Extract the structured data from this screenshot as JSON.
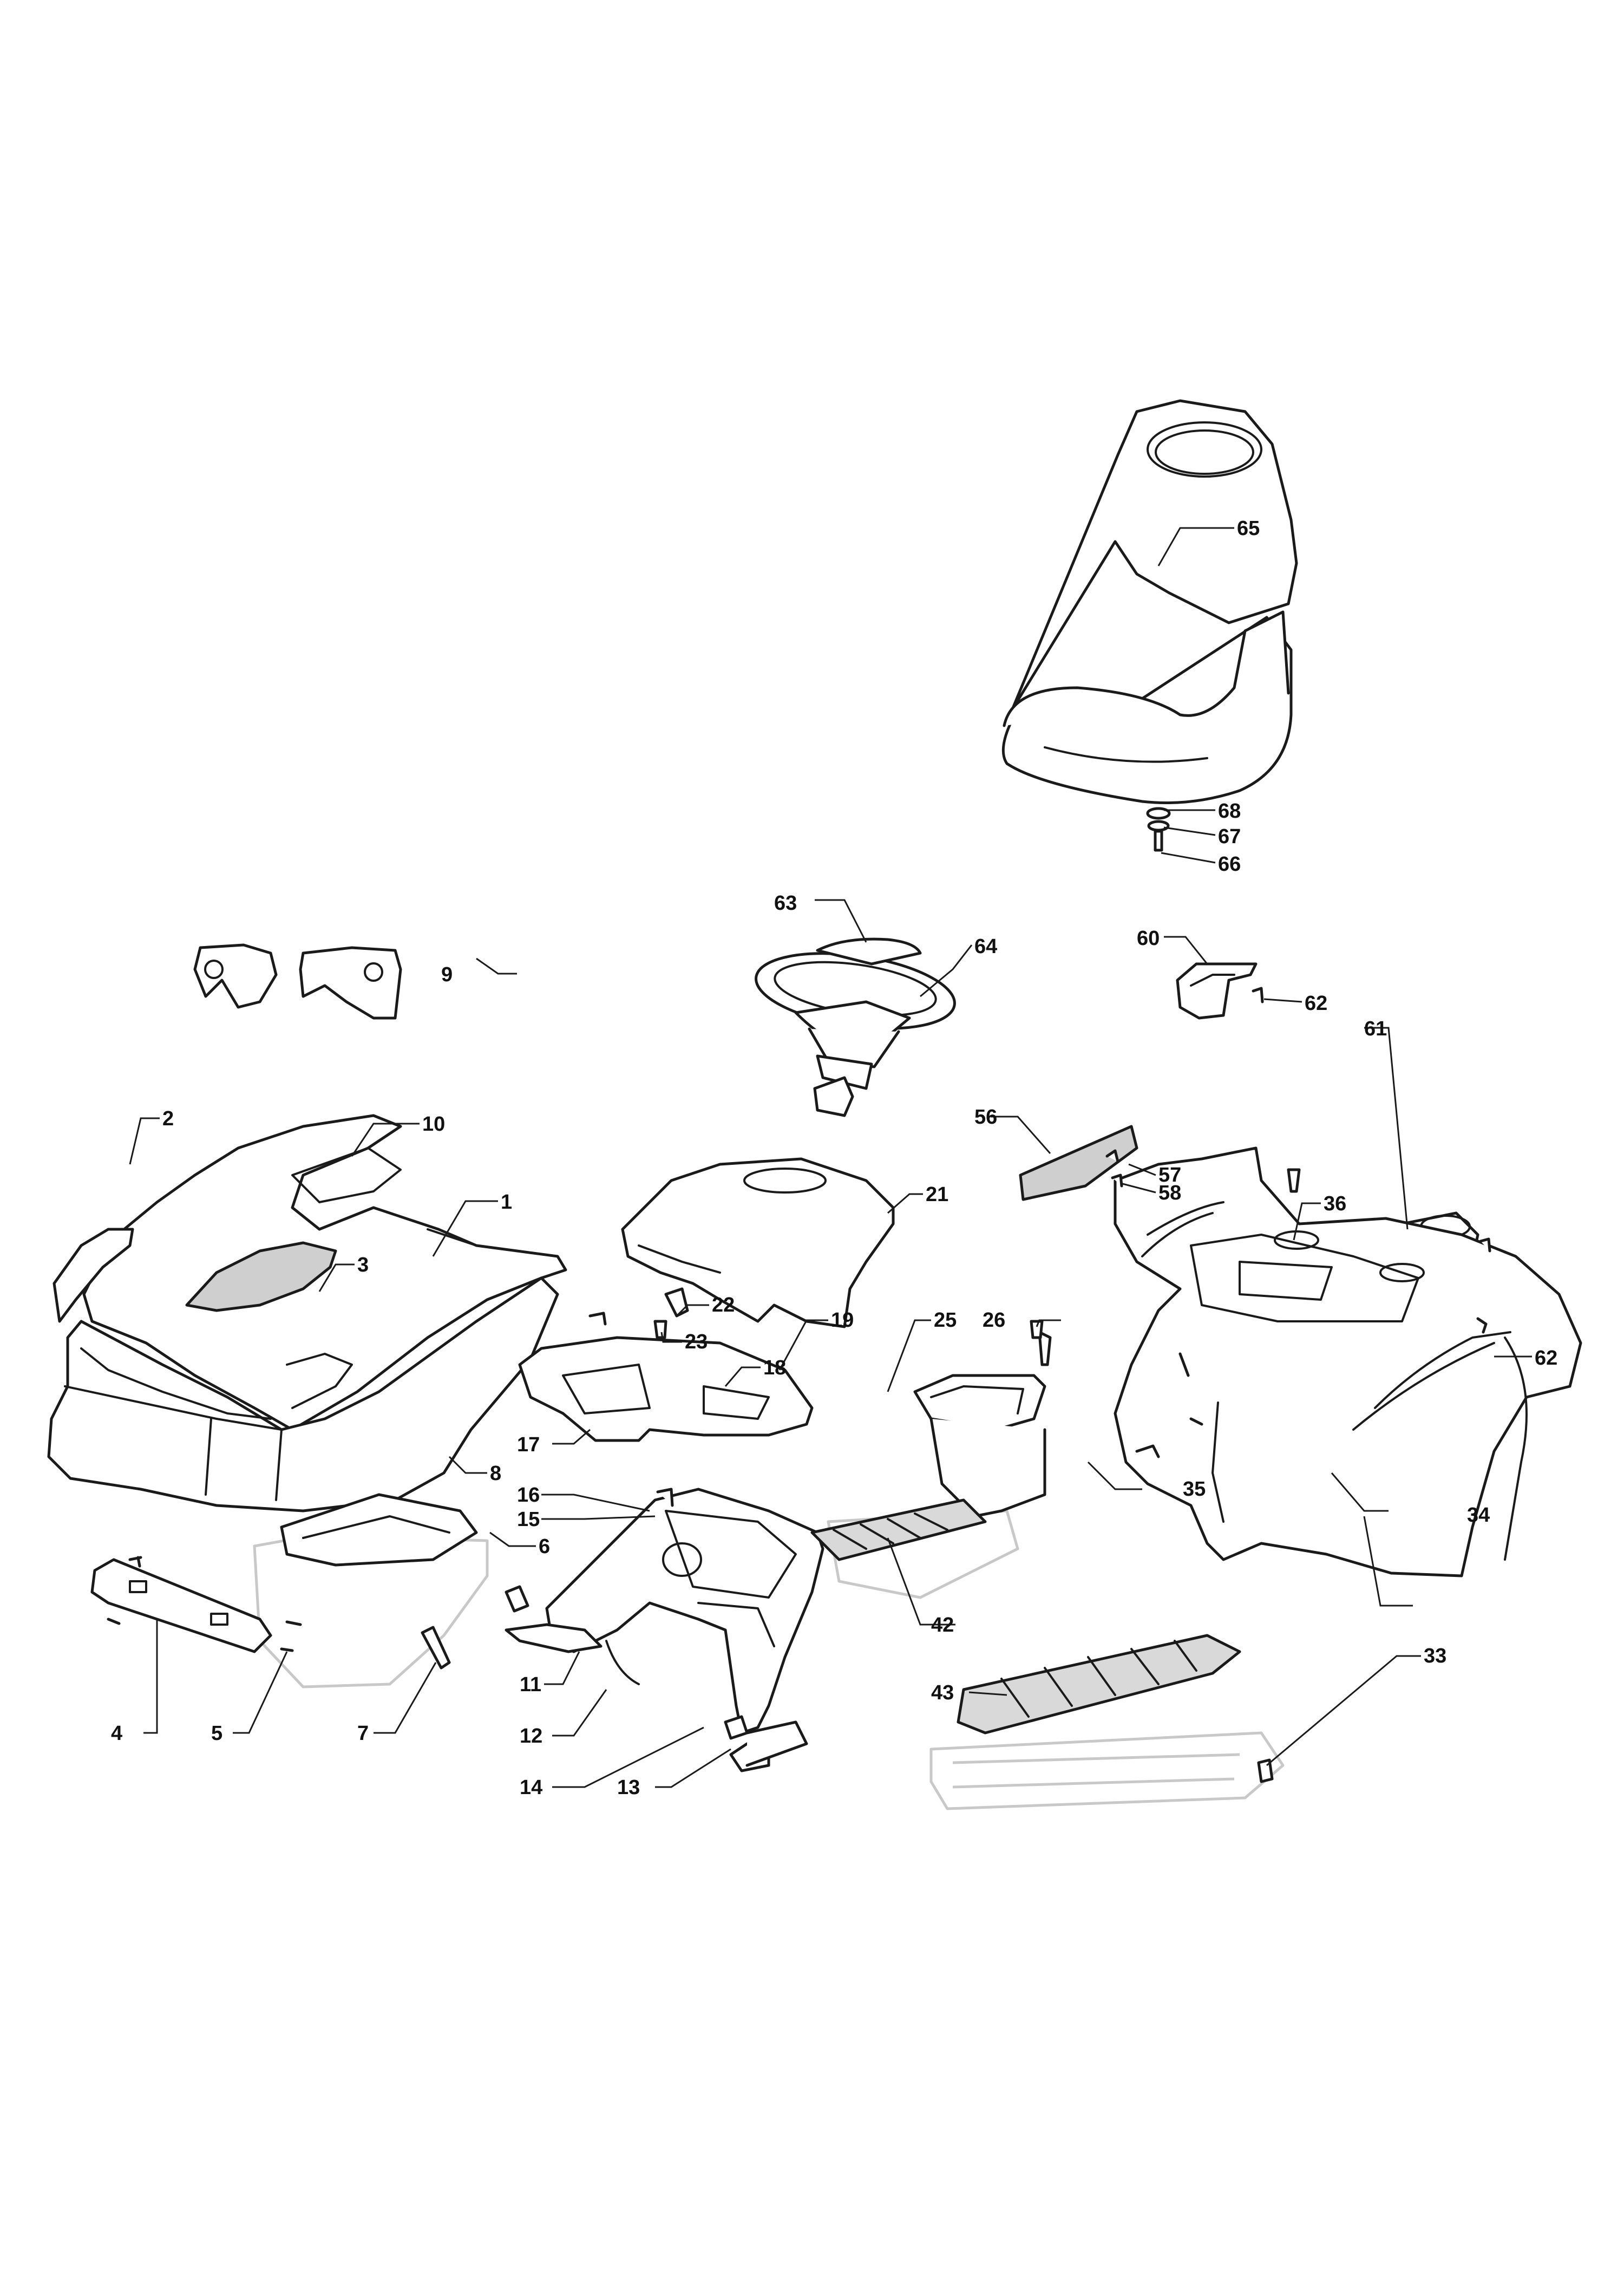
{
  "diagram": {
    "callouts": [
      {
        "id": "c1",
        "text": "1"
      },
      {
        "id": "c2",
        "text": "2"
      },
      {
        "id": "c3",
        "text": "3"
      },
      {
        "id": "c4",
        "text": "4"
      },
      {
        "id": "c5",
        "text": "5"
      },
      {
        "id": "c6",
        "text": "6"
      },
      {
        "id": "c7",
        "text": "7"
      },
      {
        "id": "c8",
        "text": "8"
      },
      {
        "id": "c9",
        "text": "9"
      },
      {
        "id": "c10",
        "text": "10"
      },
      {
        "id": "c11",
        "text": "11"
      },
      {
        "id": "c12",
        "text": "12"
      },
      {
        "id": "c13",
        "text": "13"
      },
      {
        "id": "c14",
        "text": "14"
      },
      {
        "id": "c15",
        "text": "15"
      },
      {
        "id": "c16",
        "text": "16"
      },
      {
        "id": "c17",
        "text": "17"
      },
      {
        "id": "c18",
        "text": "18"
      },
      {
        "id": "c19",
        "text": "19"
      },
      {
        "id": "c21",
        "text": "21"
      },
      {
        "id": "c22",
        "text": "22"
      },
      {
        "id": "c23",
        "text": "23"
      },
      {
        "id": "c25",
        "text": "25"
      },
      {
        "id": "c26",
        "text": "26"
      },
      {
        "id": "c33",
        "text": "33"
      },
      {
        "id": "c34",
        "text": "34"
      },
      {
        "id": "c35",
        "text": "35"
      },
      {
        "id": "c36",
        "text": "36"
      },
      {
        "id": "c42",
        "text": "42"
      },
      {
        "id": "c43",
        "text": "43"
      },
      {
        "id": "c56",
        "text": "56"
      },
      {
        "id": "c57",
        "text": "57"
      },
      {
        "id": "c58",
        "text": "58"
      },
      {
        "id": "c60",
        "text": "60"
      },
      {
        "id": "c61",
        "text": "61"
      },
      {
        "id": "c62a",
        "text": "62"
      },
      {
        "id": "c62b",
        "text": "62"
      },
      {
        "id": "c63",
        "text": "63"
      },
      {
        "id": "c64",
        "text": "64"
      },
      {
        "id": "c65",
        "text": "65"
      },
      {
        "id": "c66",
        "text": "66"
      },
      {
        "id": "c67",
        "text": "67"
      },
      {
        "id": "c68",
        "text": "68"
      }
    ]
  }
}
